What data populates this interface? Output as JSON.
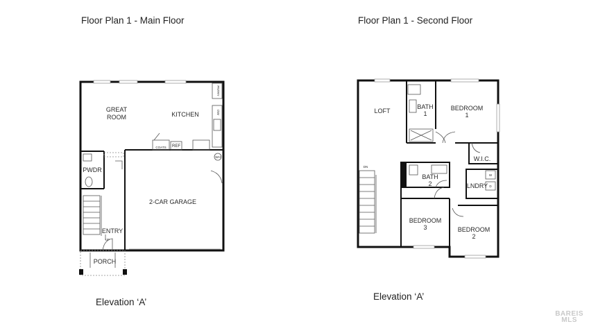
{
  "plans": [
    {
      "title": "Floor Plan 1 - Main Floor",
      "elevation": "Elevation ‘A’",
      "rooms": {
        "great_room_1": "GREAT",
        "great_room_2": "ROOM",
        "kitchen": "KITCHEN",
        "pantry": "PNTRY",
        "dw": "DW",
        "coats": "COATS",
        "ref": "REF",
        "wh": "WH",
        "pwdr": "PWDR",
        "garage": "2-CAR GARAGE",
        "entry": "ENTRY",
        "up": "UP",
        "porch": "PORCH"
      }
    },
    {
      "title": "Floor Plan 1 - Second Floor",
      "elevation": "Elevation ‘A’",
      "rooms": {
        "loft": "LOFT",
        "bath1_1": "BATH",
        "bath1_2": "1",
        "bed1_1": "BEDROOM",
        "bed1_2": "1",
        "wic": "W.I.C.",
        "dn": "DN",
        "bath2_1": "BATH",
        "bath2_2": "2",
        "lndry": "LNDRY",
        "w": "W",
        "d": "D",
        "bed3_1": "BEDROOM",
        "bed3_2": "3",
        "bed2_1": "BEDROOM",
        "bed2_2": "2"
      }
    }
  ],
  "watermark": {
    "line1": "BAREIS",
    "line2": "MLS"
  }
}
